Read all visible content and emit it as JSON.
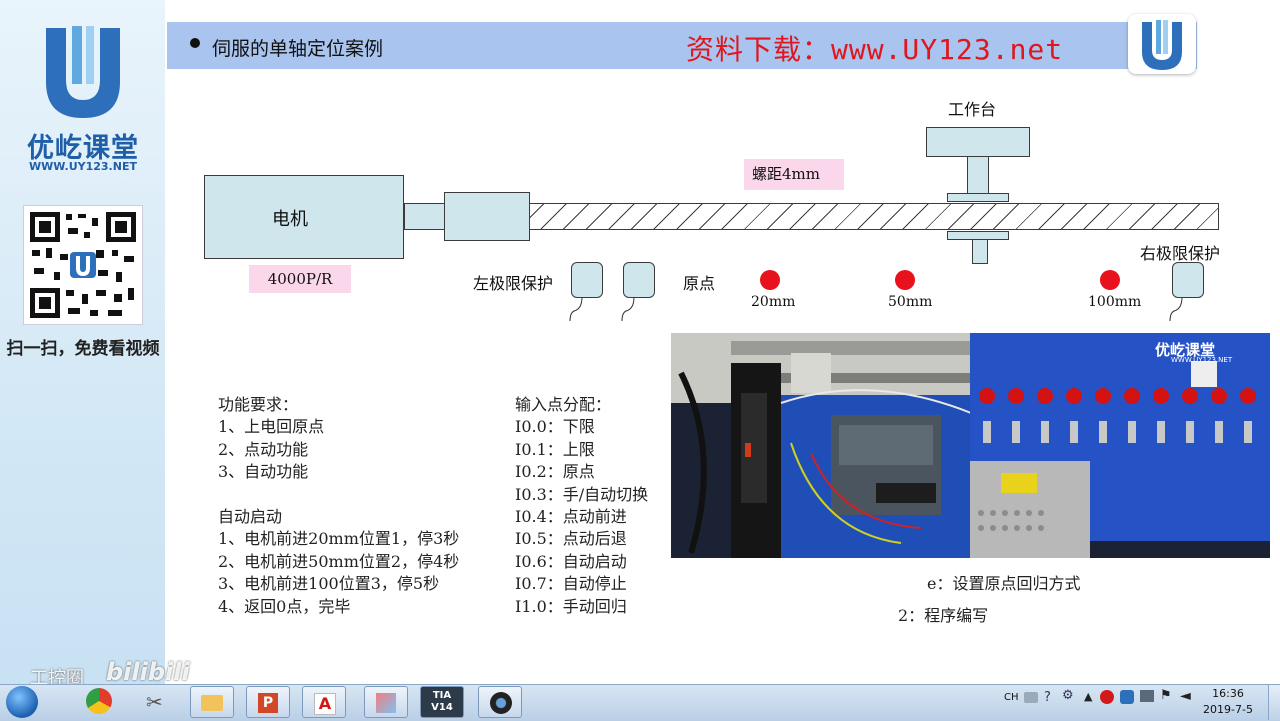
{
  "sidebar": {
    "logo_text": "优屹课堂",
    "logo_url": "WWW.UY123.NET",
    "scan_text": "扫一扫，免费看视频"
  },
  "header": {
    "title": "伺服的单轴定位案例",
    "download": "资料下载：www.UY123.net"
  },
  "diagram": {
    "motor": "电机",
    "encoder": "4000P/R",
    "pitch": "螺距4mm",
    "worktable": "工作台",
    "left_limit": "左极限保护",
    "origin": "原点",
    "right_limit": "右极限保护",
    "positions": [
      "20mm",
      "50mm",
      "100mm"
    ]
  },
  "requirements": {
    "title": "功能要求：",
    "items": [
      "1、上电回原点",
      "2、点动功能",
      "3、自动功能"
    ]
  },
  "auto_start": {
    "title": "自动启动",
    "items": [
      "1、电机前进20mm位置1，停3秒",
      "2、电机前进50mm位置2，停4秒",
      "3、电机前进100位置3，停5秒",
      "4、返回0点，完毕"
    ]
  },
  "inputs": {
    "title": "输入点分配：",
    "items": [
      "I0.0：下限",
      "I0.1：上限",
      "I0.2：原点",
      "I0.3：手/自动切换",
      "I0.4：点动前进",
      "I0.5：点动后退",
      "I0.6：自动启动",
      "I0.7：自动停止",
      "I1.0：手动回归"
    ]
  },
  "notes": {
    "origin_mode": "e：设置原点回归方式",
    "programming": "2：程序编写"
  },
  "photo": {
    "panel_brand": "优屹课堂",
    "panel_url": "WWW.UY123.NET"
  },
  "watermark": {
    "text": "工控圈"
  },
  "taskbar": {
    "tia": "TIA",
    "tia_version": "V14",
    "lang": "CH",
    "time": "16:36",
    "date": "2019-7-5"
  },
  "colors": {
    "header_band": "#a9c4ef",
    "download_red": "#e0161c",
    "brand_blue": "#1f5ea8",
    "component_fill": "#cfe6ec",
    "label_pink": "#fbd7ec",
    "position_red": "#e8121c"
  }
}
